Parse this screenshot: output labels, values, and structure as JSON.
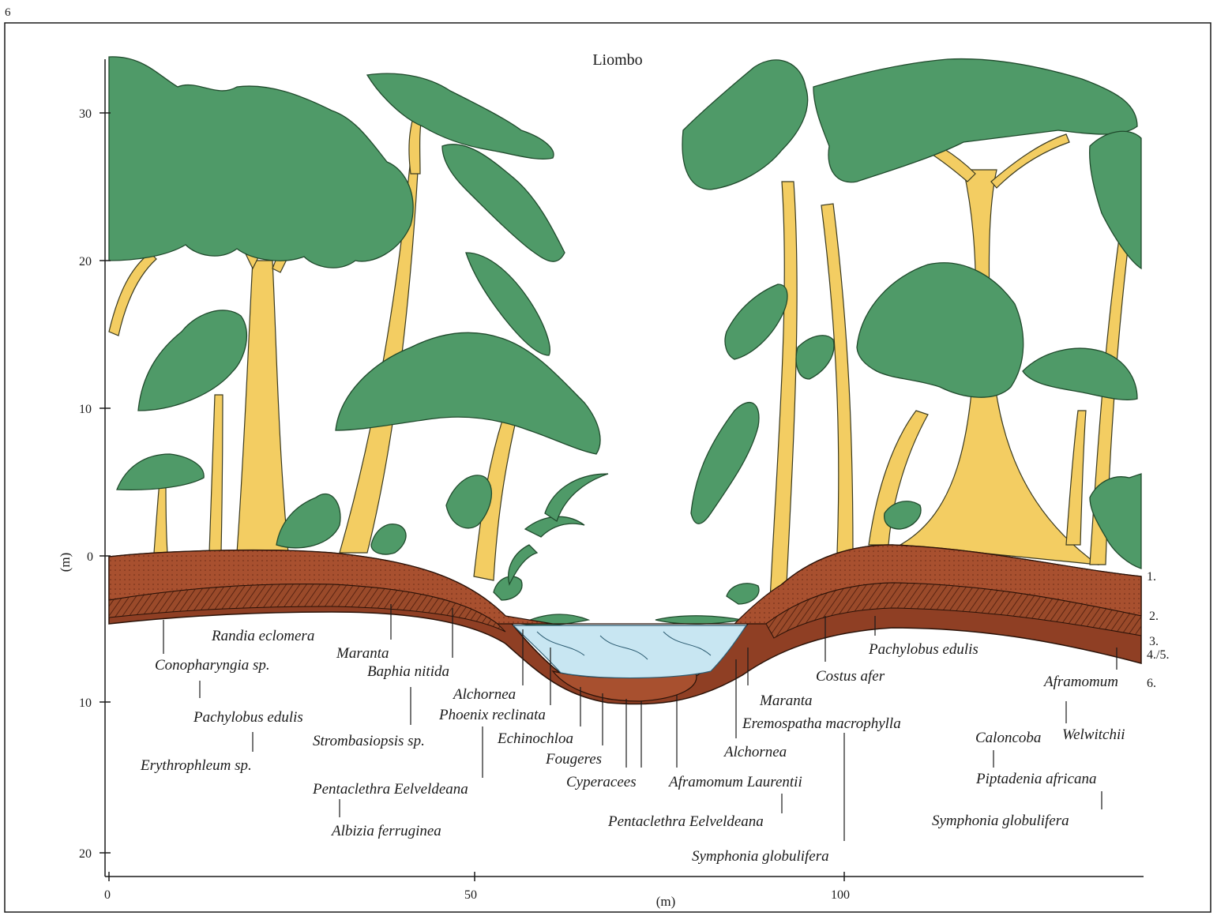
{
  "page_number": "6",
  "title": "Liombo",
  "y_axis": {
    "label": "(m)",
    "ticks": [
      "30",
      "20",
      "10",
      "0",
      "10",
      "20"
    ]
  },
  "x_axis": {
    "label": "(m)",
    "ticks": [
      "0",
      "50",
      "100"
    ]
  },
  "layers": [
    "1.",
    "2.",
    "3.",
    "4./5.",
    "6."
  ],
  "species_labels": [
    "Randia eclomera",
    "Conopharyngia sp.",
    "Maranta",
    "Baphia nitida",
    "Pachylobus edulis",
    "Erythrophleum sp.",
    "Alchornea",
    "Phoenix reclinata",
    "Strombasiopsis sp.",
    "Echinochloa",
    "Fougeres",
    "Cyperacees",
    "Pentaclethra Eelveldeana",
    "Albizia ferruginea",
    "Aframomum Laurentii",
    "Pentaclethra Eelveldeana",
    "Symphonia globulifera",
    "Alchornea",
    "Maranta",
    "Eremospatha macrophylla",
    "Costus afer",
    "Pachylobus edulis",
    "Aframomum",
    "Caloncoba",
    "Welwitchii",
    "Piptadenia africana",
    "Symphonia globulifera"
  ],
  "colors": {
    "foliage": "#4f9a68",
    "trunk": "#f3cd62",
    "soil_top": "#a8502f",
    "soil_lower": "#8f3f24",
    "water": "#c8e6f2",
    "ink": "#1a1a1a"
  }
}
